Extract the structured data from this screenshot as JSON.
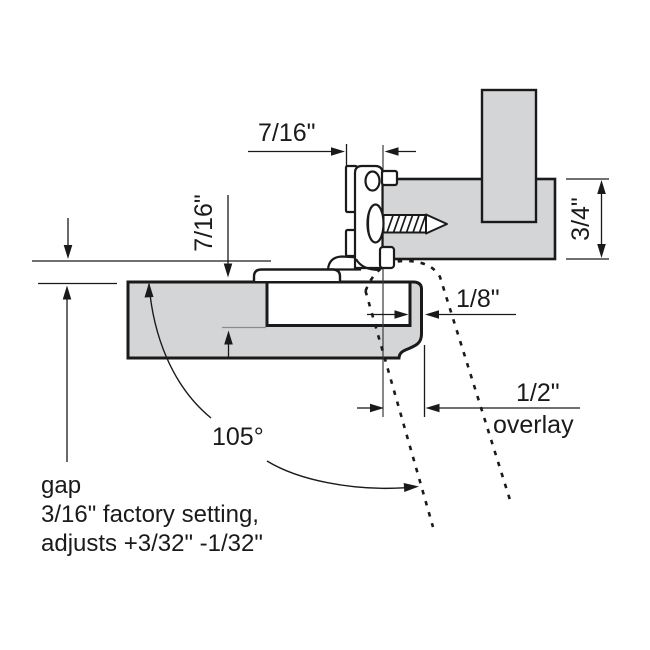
{
  "diagram": {
    "labels": {
      "frame_offset": "7/16\"",
      "cup_vertical": "7/16\"",
      "frame_thickness": "3/4\"",
      "cup_edge_distance": "1/8\"",
      "overlay_value": "1/2\"",
      "overlay_word": "overlay",
      "opening_angle": "105°",
      "gap_line1": "gap",
      "gap_line2": "3/16\" factory setting,",
      "gap_line3": "adjusts +3/32\" -1/32\""
    },
    "colors": {
      "wood_fill": "#d4d5d7",
      "line": "#1a1a1a",
      "background": "#ffffff",
      "depth_line": "#8a8a8a"
    }
  }
}
